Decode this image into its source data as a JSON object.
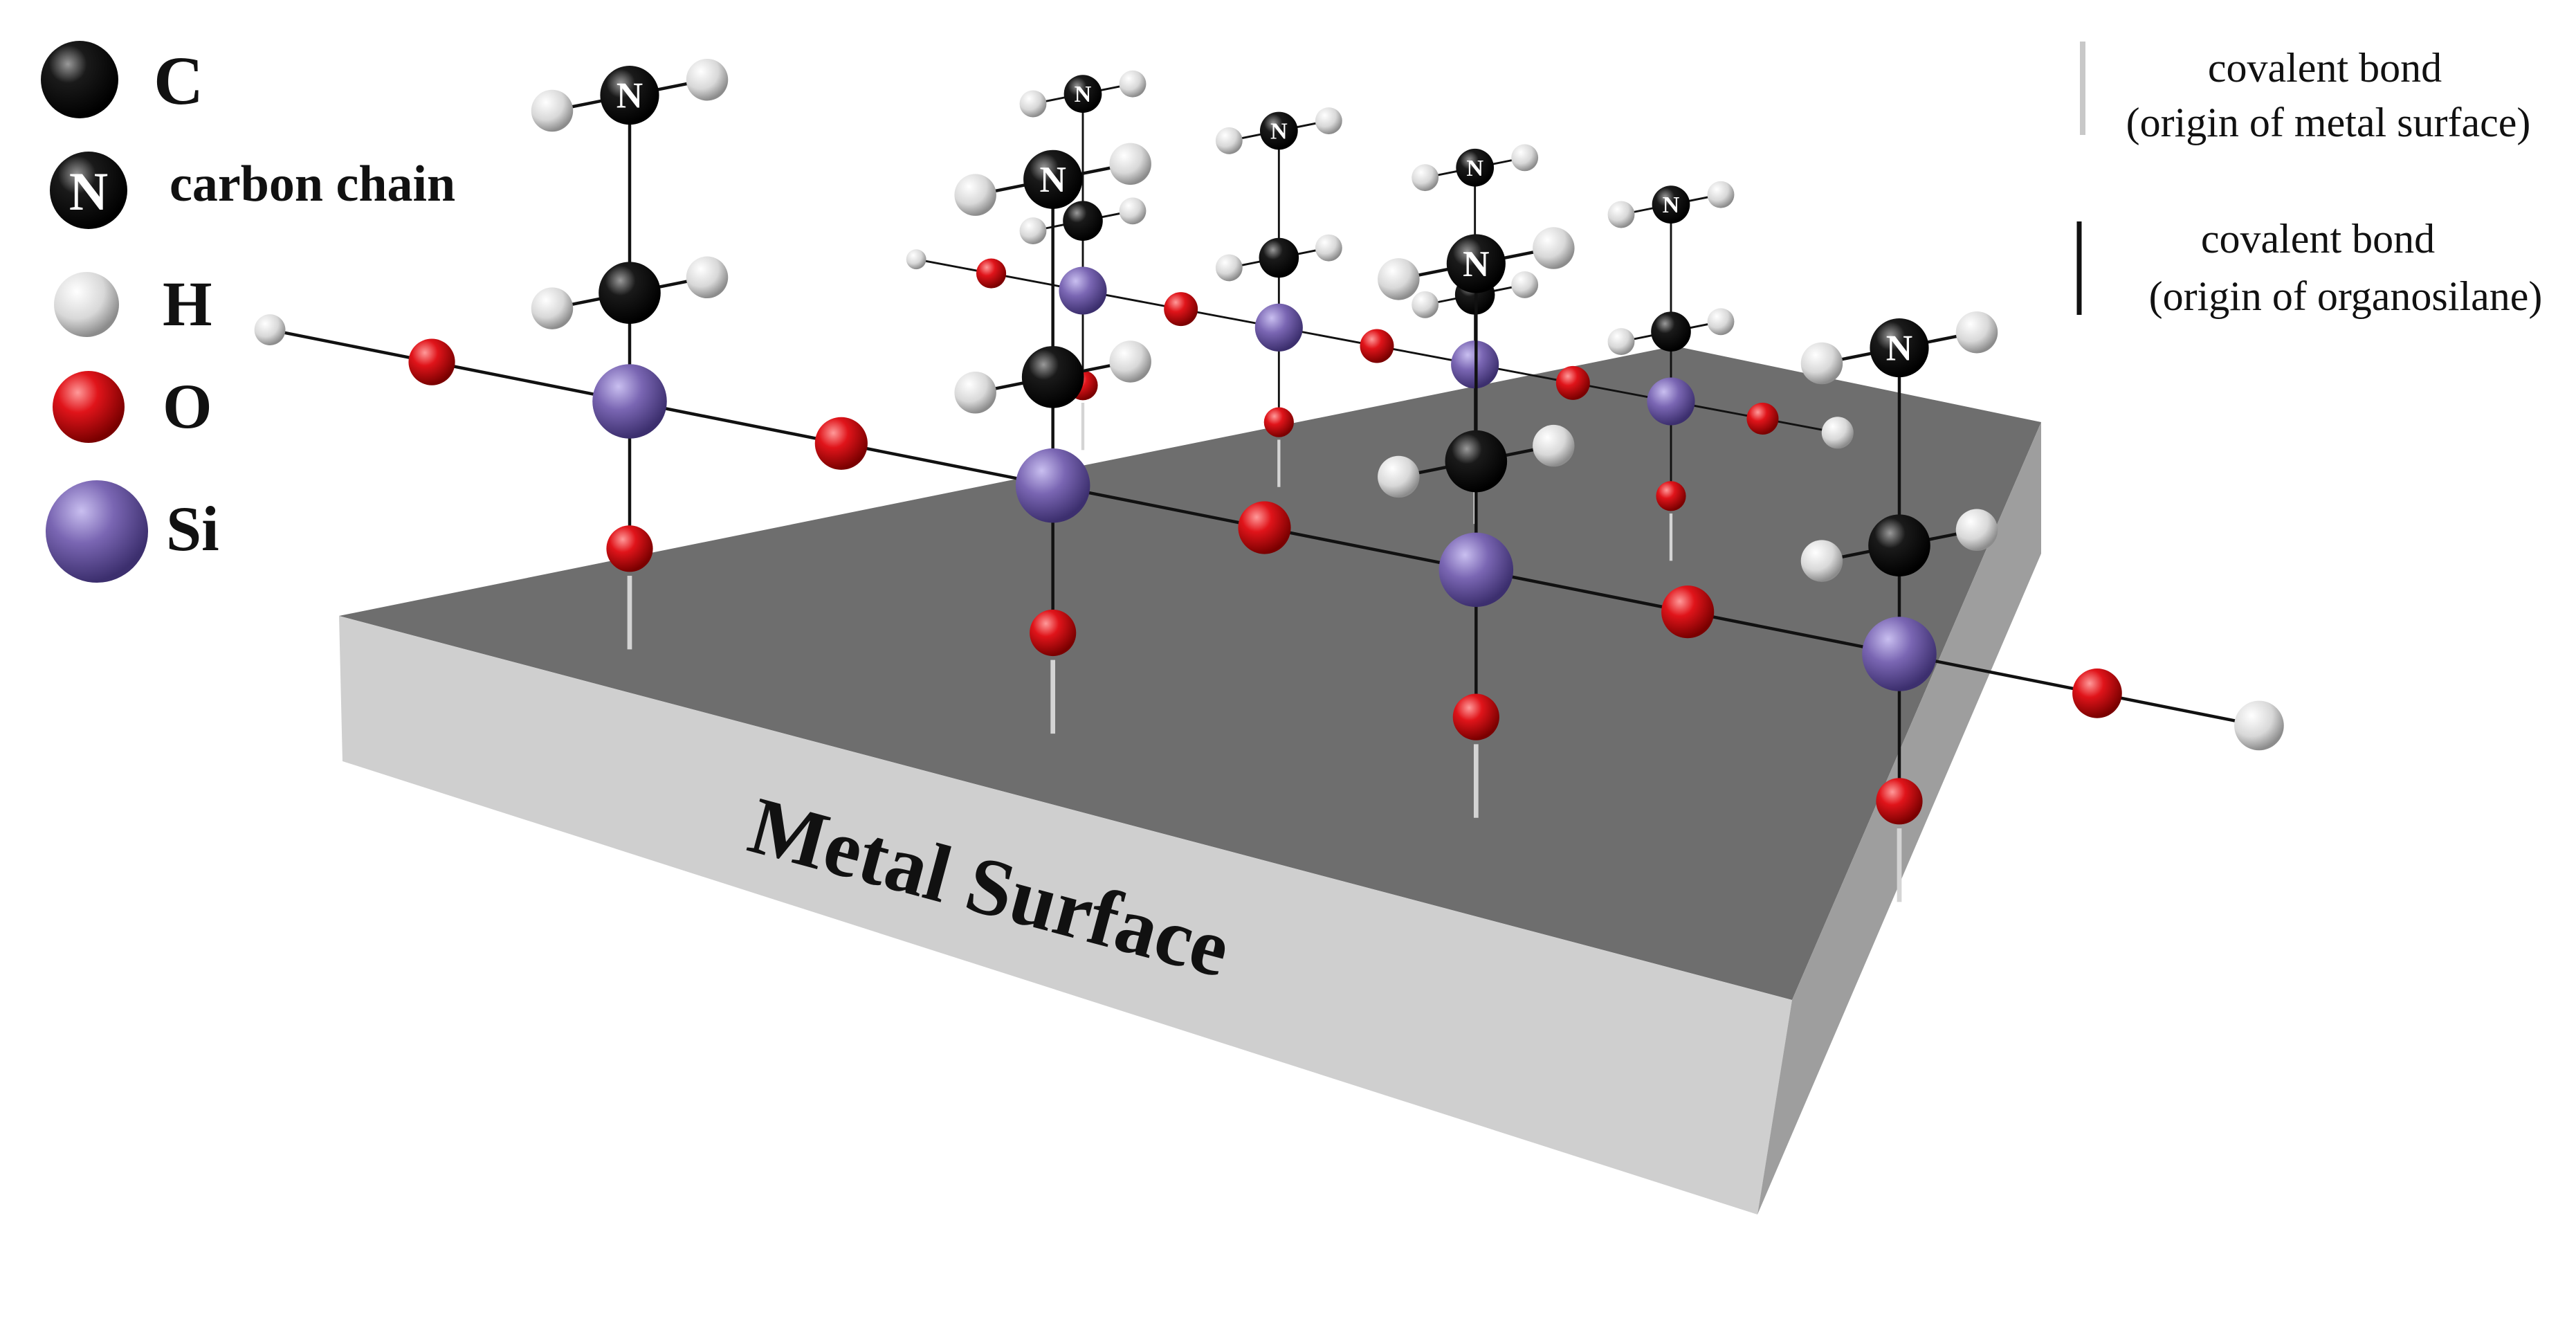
{
  "legend": {
    "items": [
      {
        "symbol": "C",
        "label": "C",
        "element": "carbon",
        "color": "#0a0a0a"
      },
      {
        "symbol": "N",
        "label": "carbon chain",
        "element": "nitrogen",
        "color": "#0a0a0a"
      },
      {
        "symbol": "H",
        "label": "H",
        "element": "hydrogen",
        "color": "#e6e6e6"
      },
      {
        "symbol": "O",
        "label": "O",
        "element": "oxygen",
        "color": "#e0141a"
      },
      {
        "symbol": "Si",
        "label": "Si",
        "element": "silicon",
        "color": "#7a66b3"
      }
    ]
  },
  "bond_legend": {
    "metal": {
      "line1": "covalent bond",
      "line2": "(origin of metal surface)",
      "color": "#c8c8c8"
    },
    "organosilane": {
      "line1": "covalent bond",
      "line2": "(origin of organosilane)",
      "color": "#111111"
    }
  },
  "surface": {
    "label": "Metal Surface",
    "top_color": "#6e6e6e",
    "front_color": "#cfcfcf",
    "side_color": "#9e9e9e"
  },
  "structure": {
    "chains_per_row": 4,
    "rows": 2,
    "chain_atoms": [
      "O",
      "Si",
      "C",
      "N"
    ]
  }
}
